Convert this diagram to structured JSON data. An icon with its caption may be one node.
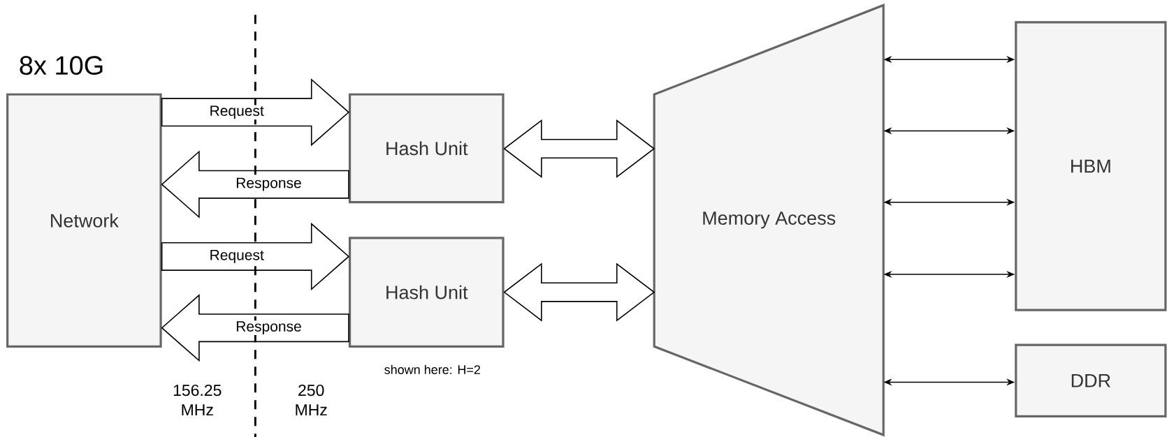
{
  "diagram": {
    "nodes": [
      {
        "text": [
          "Network"
        ],
        "beside": [
          "8x 10G"
        ]
      },
      {
        "text": [
          "Hash Unit"
        ]
      },
      {
        "text": [
          "Hash Unit"
        ]
      },
      {
        "text": [
          "Memory Access"
        ]
      },
      {
        "text": [
          "HBM"
        ]
      },
      {
        "text": [
          "DDR"
        ]
      }
    ],
    "edges": [
      {
        "from": 0,
        "to": 1,
        "arrow": "to",
        "label": "Request",
        "style": "thick"
      },
      {
        "from": 1,
        "to": 0,
        "arrow": "to",
        "label": "Response",
        "style": "thick"
      },
      {
        "from": 0,
        "to": 2,
        "arrow": "to",
        "label": "Request",
        "style": "thick"
      },
      {
        "from": 2,
        "to": 0,
        "arrow": "to",
        "label": "Response",
        "style": "thick"
      },
      {
        "from": 1,
        "to": 3,
        "arrow": "both",
        "style": "thick"
      },
      {
        "from": 2,
        "to": 3,
        "arrow": "both",
        "style": "thick"
      },
      {
        "from": 3,
        "to": 4,
        "arrow": "both"
      },
      {
        "from": 3,
        "to": 4,
        "arrow": "both"
      },
      {
        "from": 3,
        "to": 4,
        "arrow": "both"
      },
      {
        "from": 3,
        "to": 4,
        "arrow": "both"
      },
      {
        "from": 3,
        "to": 5,
        "arrow": "both"
      }
    ],
    "labels": [
      "156.25 MHz",
      "250 MHz",
      "shown here: H=2"
    ]
  }
}
